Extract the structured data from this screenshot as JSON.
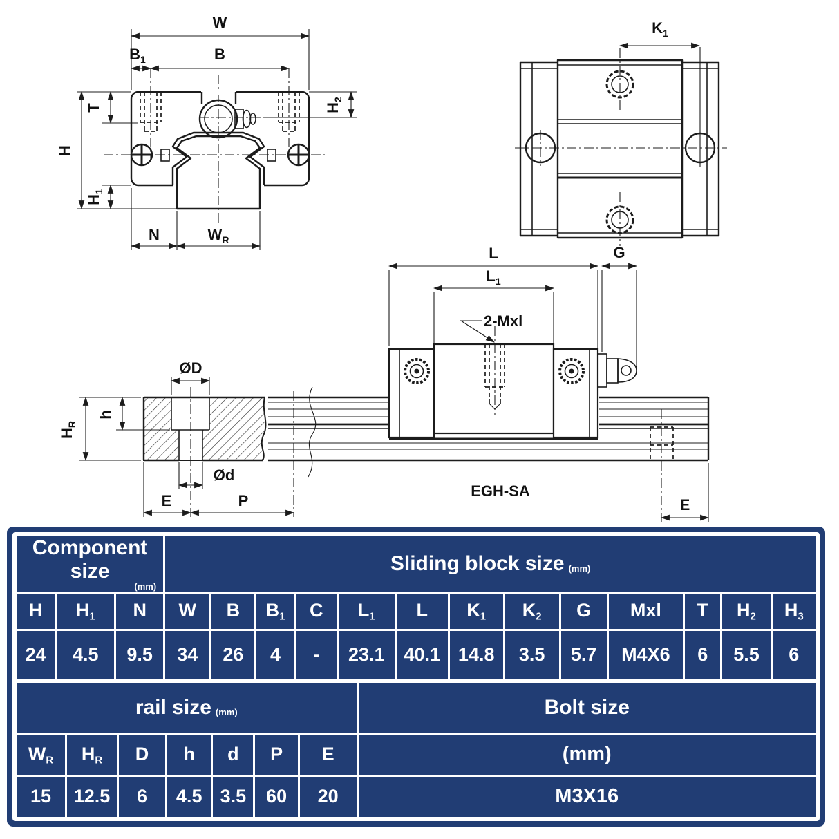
{
  "colors": {
    "table_background": "#213d74",
    "table_grid": "#ffffff",
    "table_text": "#ffffff",
    "drawing_line": "#1c1c1c"
  },
  "drawing": {
    "front_view": {
      "labels": {
        "W": "W",
        "B": "B",
        "B1": {
          "base": "B",
          "sub": "1"
        },
        "T": "T",
        "H": "H",
        "H1": {
          "base": "H",
          "sub": "1"
        },
        "H2": {
          "base": "H",
          "sub": "2"
        },
        "N": "N",
        "WR": {
          "base": "W",
          "sub": "R"
        }
      }
    },
    "top_view": {
      "labels": {
        "K1": {
          "base": "K",
          "sub": "1"
        }
      }
    },
    "side_view": {
      "labels": {
        "L": "L",
        "L1": {
          "base": "L",
          "sub": "1"
        },
        "G": "G",
        "thread": "2-Mxl",
        "OD": "ØD",
        "Od": "Ød",
        "h": "h",
        "HR": {
          "base": "H",
          "sub": "R"
        },
        "E_left": "E",
        "P": "P",
        "E_right": "E",
        "model": "EGH-SA"
      }
    }
  },
  "table": {
    "groups": {
      "component": {
        "title": "Component size",
        "unit": "(mm)"
      },
      "sliding": {
        "title": "Sliding block size",
        "unit": "(mm)"
      },
      "rail": {
        "title": "rail size",
        "unit": "(mm)"
      },
      "bolt": {
        "title": "Bolt size",
        "unit_row": "(mm)",
        "value_row": "M3X16"
      }
    },
    "headers": [
      {
        "base": "H",
        "sub": ""
      },
      {
        "base": "H",
        "sub": "1"
      },
      {
        "base": "N",
        "sub": ""
      },
      {
        "base": "W",
        "sub": ""
      },
      {
        "base": "B",
        "sub": ""
      },
      {
        "base": "B",
        "sub": "1"
      },
      {
        "base": "C",
        "sub": ""
      },
      {
        "base": "L",
        "sub": "1"
      },
      {
        "base": "L",
        "sub": ""
      },
      {
        "base": "K",
        "sub": "1"
      },
      {
        "base": "K",
        "sub": "2"
      },
      {
        "base": "G",
        "sub": ""
      },
      {
        "base": "Mxl",
        "sub": ""
      },
      {
        "base": "T",
        "sub": ""
      },
      {
        "base": "H",
        "sub": "2"
      },
      {
        "base": "H",
        "sub": "3"
      }
    ],
    "values": [
      "24",
      "4.5",
      "9.5",
      "34",
      "26",
      "4",
      "-",
      "23.1",
      "40.1",
      "14.8",
      "3.5",
      "5.7",
      "M4X6",
      "6",
      "5.5",
      "6"
    ],
    "rail_headers": [
      {
        "base": "W",
        "sub": "R"
      },
      {
        "base": "H",
        "sub": "R"
      },
      {
        "base": "D",
        "sub": ""
      },
      {
        "base": "h",
        "sub": ""
      },
      {
        "base": "d",
        "sub": ""
      },
      {
        "base": "P",
        "sub": ""
      },
      {
        "base": "E",
        "sub": ""
      }
    ],
    "rail_values": [
      "15",
      "12.5",
      "6",
      "4.5",
      "3.5",
      "60",
      "20"
    ]
  }
}
